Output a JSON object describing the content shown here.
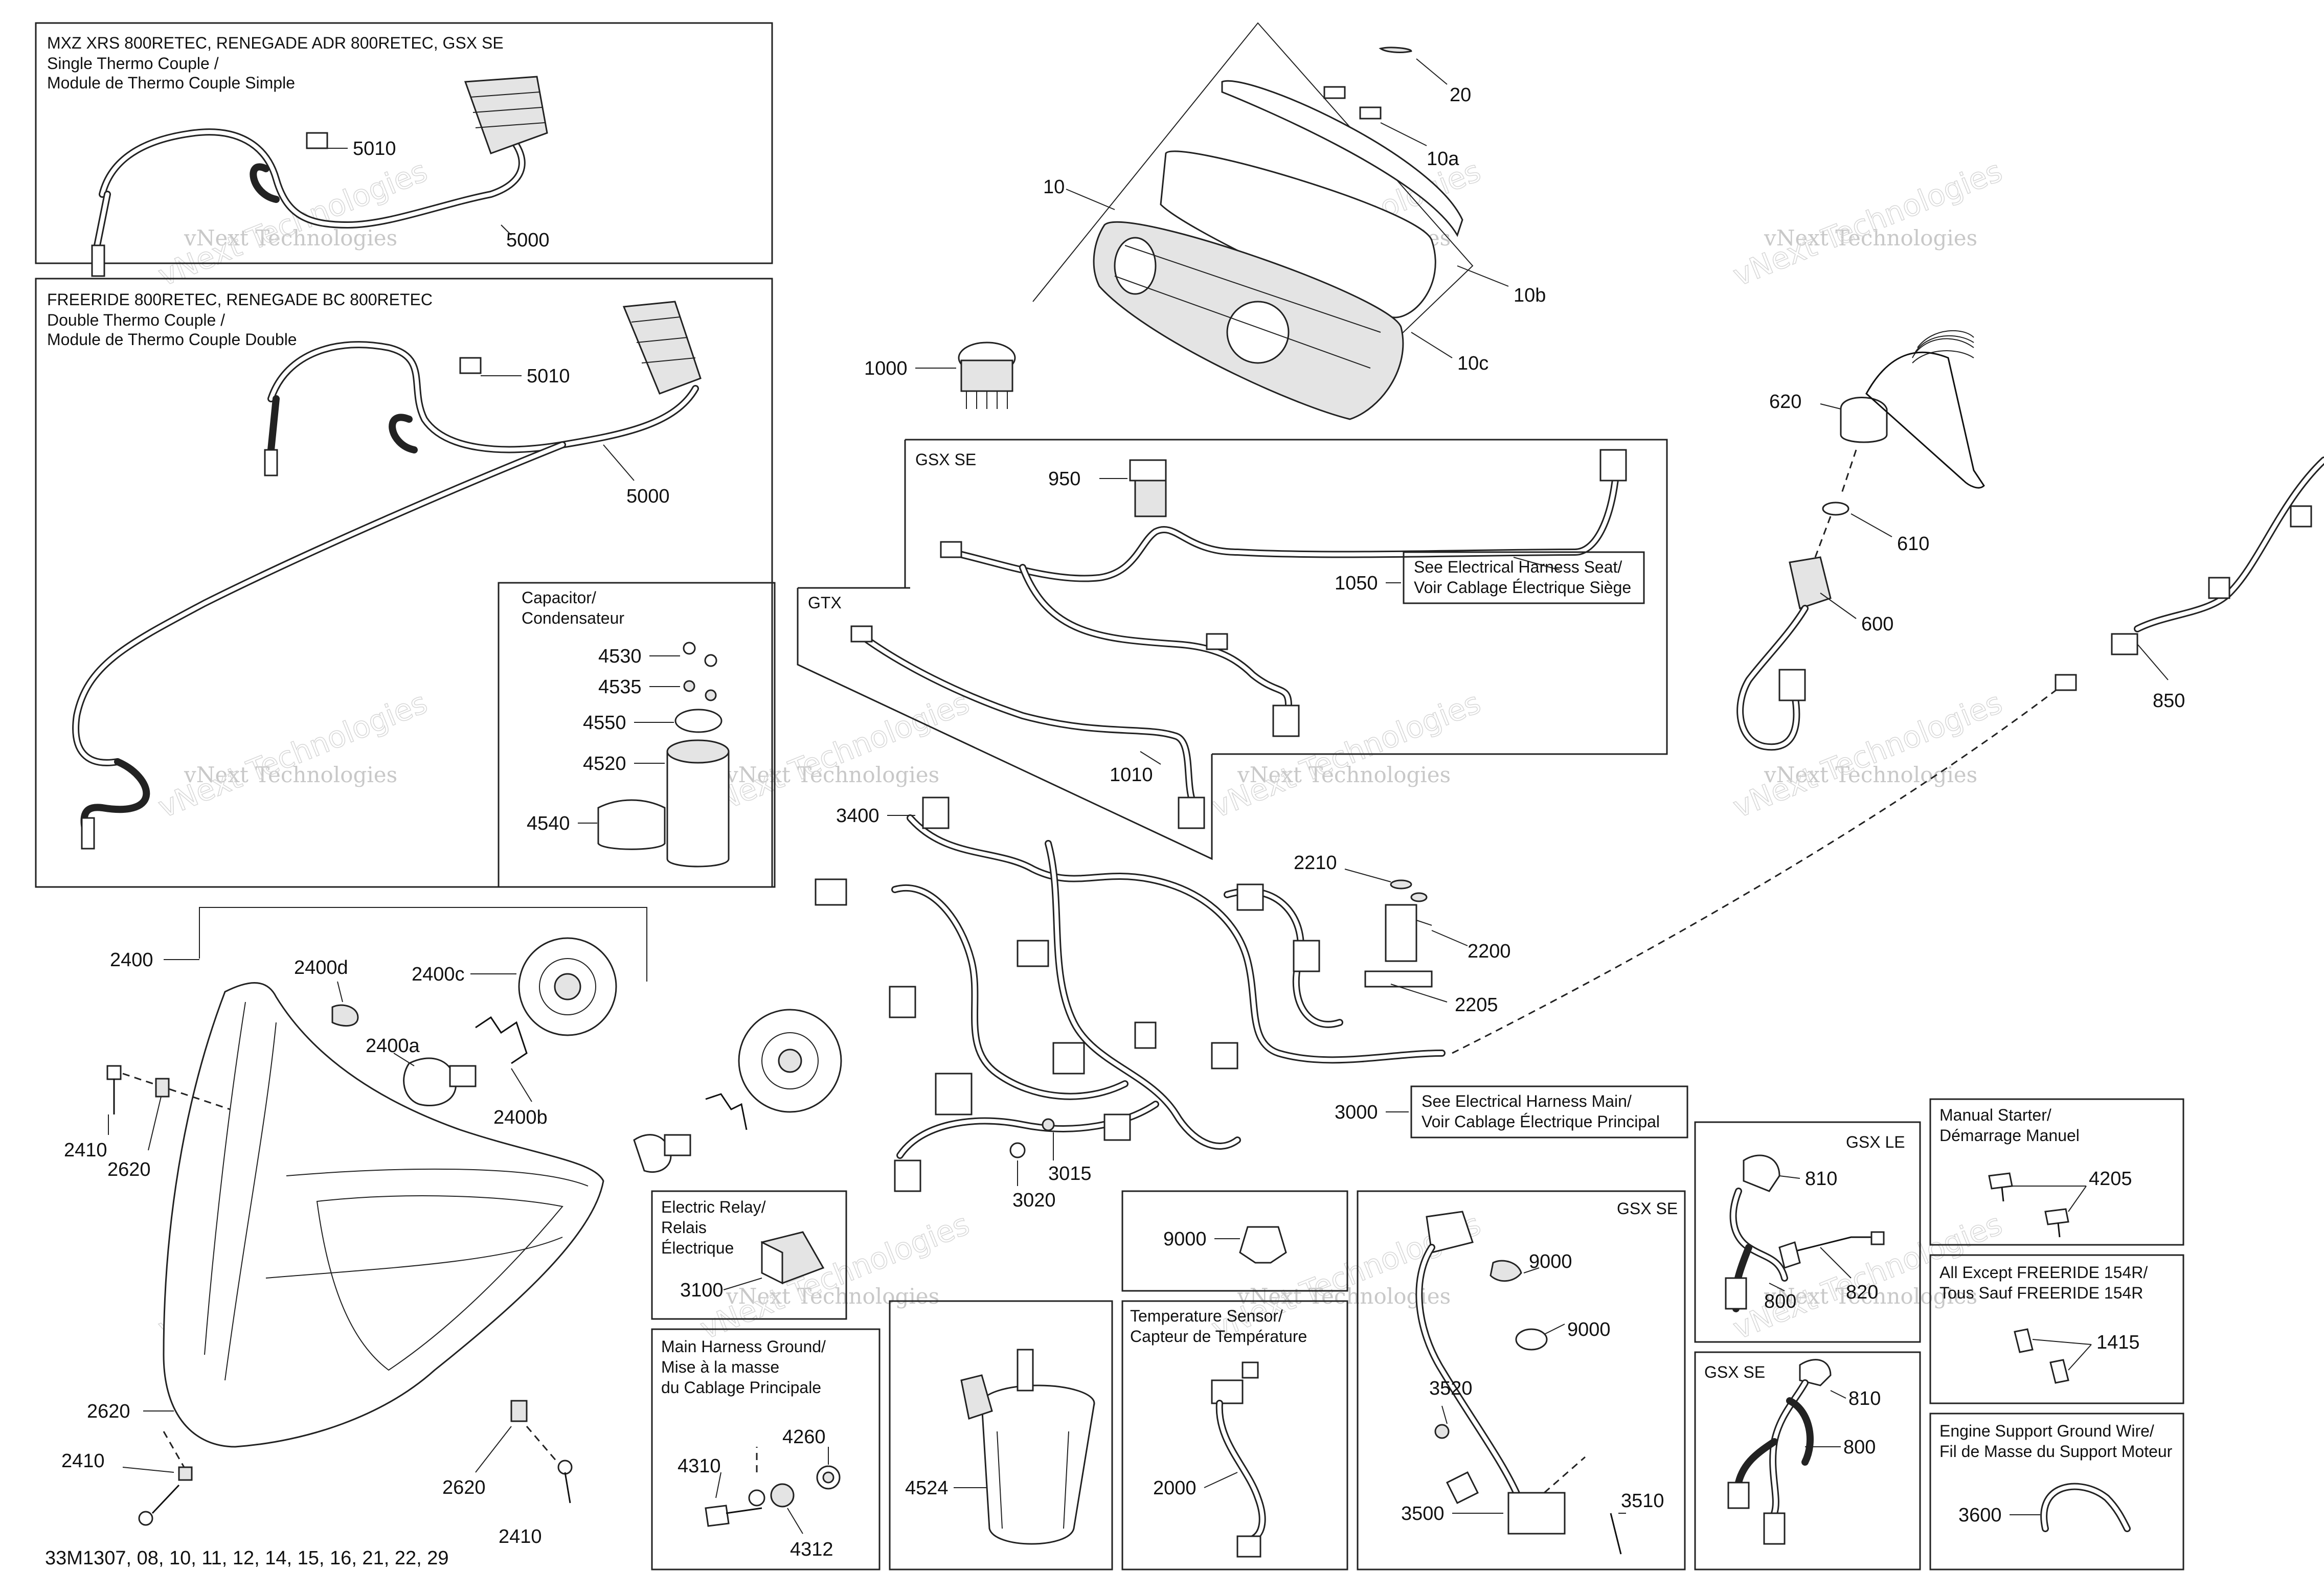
{
  "boxes": {
    "single": {
      "title": "MXZ XRS 800RETEC, RENEGADE ADR 800RETEC, GSX SE",
      "sub1": "Single Thermo Couple /",
      "sub2": "Module de Thermo Couple Simple"
    },
    "double": {
      "title": "FREERIDE 800RETEC, RENEGADE BC 800RETEC",
      "sub1": "Double Thermo Couple /",
      "sub2": "Module de Thermo Couple Double"
    },
    "capacitor": {
      "l1": "Capacitor/",
      "l2": "Condensateur"
    },
    "gsxse_top": "GSX SE",
    "gtx": "GTX",
    "relay": {
      "l1": "Electric Relay/",
      "l2": "Relais",
      "l3": "Électrique"
    },
    "ground": {
      "l1": "Main Harness Ground/",
      "l2": "Mise à la masse",
      "l3": "du Cablage Principale"
    },
    "temp": {
      "l1": "Temperature Sensor/",
      "l2": "Capteur de Température"
    },
    "gsxse_bottom": "GSX SE",
    "gsxle": "GSX LE",
    "gsxse_small": "GSX SE",
    "manual": {
      "l1": "Manual Starter/",
      "l2": "Démarrage Manuel"
    },
    "allexcept": {
      "l1": "All Except FREERIDE 154R/",
      "l2": "Tous Sauf FREERIDE 154R"
    },
    "engine": {
      "l1": "Engine Support Ground Wire/",
      "l2": "Fil de Masse du Support Moteur"
    }
  },
  "notes": {
    "seat": {
      "l1": "See Electrical Harness Seat/",
      "l2": "Voir Cablage Électrique Siège"
    },
    "main": {
      "l1": "See Electrical Harness Main/",
      "l2": "Voir Cablage Électrique Principal"
    }
  },
  "parts": {
    "p5010a": "5010",
    "p5000a": "5000",
    "p5010b": "5010",
    "p5000b": "5000",
    "p20": "20",
    "p10a": "10a",
    "p10": "10",
    "p10b": "10b",
    "p10c": "10c",
    "p1000": "1000",
    "p950": "950",
    "p1050": "1050",
    "p1010": "1010",
    "p620": "620",
    "p610": "610",
    "p600": "600",
    "p850": "850",
    "p4530": "4530",
    "p4535": "4535",
    "p4550": "4550",
    "p4520": "4520",
    "p4540": "4540",
    "p3400": "3400",
    "p2210": "2210",
    "p2200": "2200",
    "p2205": "2205",
    "p2400": "2400",
    "p2400d": "2400d",
    "p2400c": "2400c",
    "p2400a": "2400a",
    "p2400b": "2400b",
    "p2410a": "2410",
    "p2620a": "2620",
    "p3000": "3000",
    "p3015": "3015",
    "p3020": "3020",
    "p3100": "3100",
    "p4310": "4310",
    "p4260": "4260",
    "p4312": "4312",
    "p4524": "4524",
    "p9000a": "9000",
    "p2000": "2000",
    "p9000b": "9000",
    "p9000c": "9000",
    "p3520": "3520",
    "p3500": "3500",
    "p3510": "3510",
    "p810a": "810",
    "p820": "820",
    "p800a": "800",
    "p810b": "810",
    "p800b": "800",
    "p4205": "4205",
    "p1415": "1415",
    "p3600": "3600",
    "p2620b": "2620",
    "p2410b": "2410",
    "p2620c": "2620",
    "p2410c": "2410"
  },
  "watermark": {
    "small": "vNext Technologies",
    "big": "vNext Technologies"
  },
  "footer": "33M1307, 08, 10, 11, 12, 14, 15, 16, 21, 22, 29"
}
